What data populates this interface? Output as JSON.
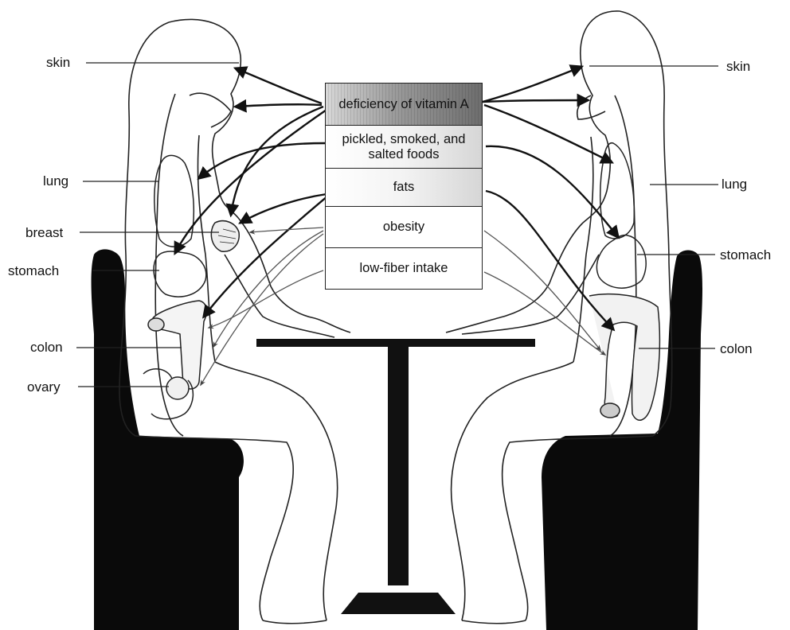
{
  "labels_left": [
    "skin",
    "lung",
    "breast",
    "stomach",
    "colon",
    "ovary"
  ],
  "labels_right": [
    "skin",
    "lung",
    "stomach",
    "colon"
  ],
  "factors": [
    "deficiency of vitamin A",
    "pickled, smoked, and salted foods",
    "fats",
    "obesity",
    "low-fiber intake"
  ],
  "colors": {
    "ink": "#111111",
    "chair": "#0a0a0a",
    "paper": "#ffffff"
  }
}
